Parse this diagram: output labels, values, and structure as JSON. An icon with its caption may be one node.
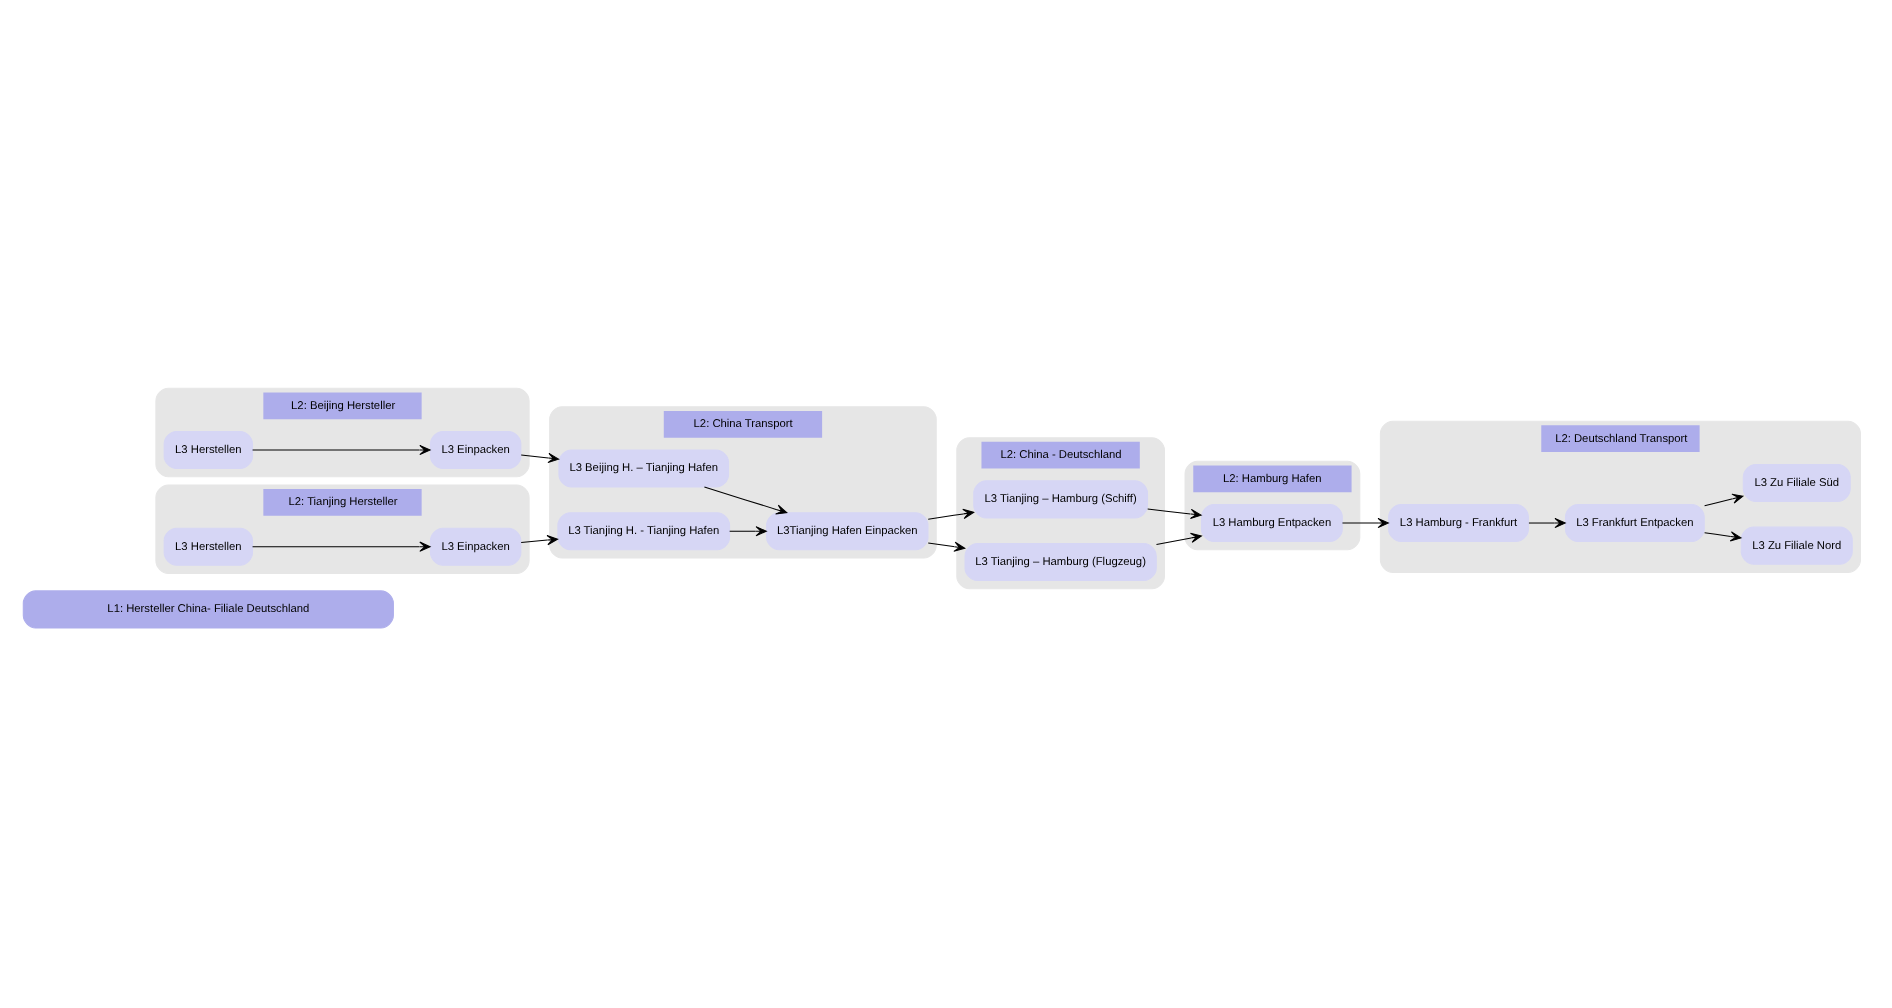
{
  "diagram": {
    "nodes": [
      {
        "text": [
          "L1: Hersteller China- Filiale Deutschland"
        ]
      },
      {
        "text": [
          "L2: Beijing Hersteller"
        ]
      },
      {
        "text": [
          "L3 Herstellen"
        ],
        "in": 1
      },
      {
        "text": [
          "L3 Einpacken"
        ],
        "in": 1
      },
      {
        "text": [
          "L2: Tianjing Hersteller"
        ]
      },
      {
        "text": [
          "L3 Herstellen"
        ],
        "in": 4
      },
      {
        "text": [
          "L3 Einpacken"
        ],
        "in": 4
      },
      {
        "text": [
          "L2: China Transport"
        ]
      },
      {
        "text": [
          "L3 Beijing H. – Tianjing Hafen"
        ],
        "in": 7
      },
      {
        "text": [
          "L3 Tianjing H. - Tianjing Hafen"
        ],
        "in": 7
      },
      {
        "text": [
          "L3Tianjing Hafen Einpacken"
        ],
        "in": 7
      },
      {
        "text": [
          "L2: China - Deutschland"
        ]
      },
      {
        "text": [
          "L3 Tianjing – Hamburg (Schiff)"
        ],
        "in": 11
      },
      {
        "text": [
          "L3 Tianjing – Hamburg (Flugzeug)"
        ],
        "in": 11
      },
      {
        "text": [
          "L2: Hamburg Hafen"
        ]
      },
      {
        "text": [
          "L3 Hamburg Entpacken"
        ],
        "in": 14
      },
      {
        "text": [
          "L2: Deutschland Transport"
        ]
      },
      {
        "text": [
          "L3 Zu Filiale Nord"
        ],
        "in": 16
      },
      {
        "text": [
          "L3 Zu Filiale Süd"
        ],
        "in": 16
      },
      {
        "text": [
          "L3 Frankfurt Entpacken"
        ],
        "in": 16
      },
      {
        "text": [
          "L3 Hamburg - Frankfurt"
        ],
        "in": 16
      }
    ],
    "edges": [
      {
        "from": 2,
        "to": 3,
        "arrow": "to"
      },
      {
        "from": 3,
        "to": 8,
        "arrow": "to"
      },
      {
        "from": 5,
        "to": 6,
        "arrow": "to"
      },
      {
        "from": 6,
        "to": 9,
        "arrow": "to"
      },
      {
        "from": 8,
        "to": 10,
        "arrow": "to"
      },
      {
        "from": 9,
        "to": 10,
        "arrow": "to"
      },
      {
        "from": 10,
        "to": 12,
        "arrow": "to"
      },
      {
        "from": 10,
        "to": 13,
        "arrow": "to"
      },
      {
        "from": 12,
        "to": 15,
        "arrow": "to"
      },
      {
        "from": 13,
        "to": 15,
        "arrow": "to"
      },
      {
        "from": 15,
        "to": 20,
        "arrow": "to"
      },
      {
        "from": 20,
        "to": 19,
        "arrow": "to"
      },
      {
        "from": 19,
        "to": 17,
        "arrow": "to"
      },
      {
        "from": 19,
        "to": 18,
        "arrow": "to"
      }
    ]
  }
}
